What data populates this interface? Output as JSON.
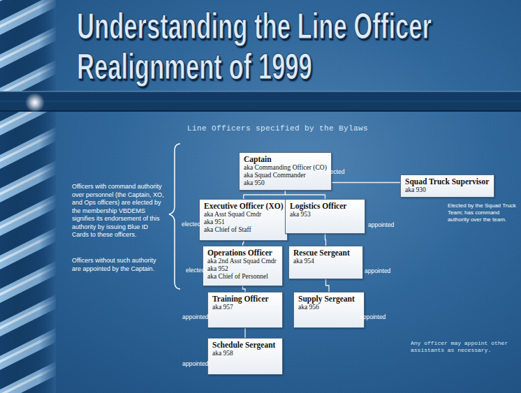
{
  "diagram": {
    "title": "Understanding the Line Officer Realignment of 1999",
    "nodes": [
      {
        "text": [
          "Captain",
          "aka Commanding Officer (CO)",
          "aka Squad Commander",
          "aka 950"
        ]
      },
      {
        "text": [
          "Squad Truck Supervisor",
          "aka 930"
        ]
      },
      {
        "text": [
          "Executive Officer (XO)",
          "aka Asst Squad Cmdr",
          "aka 951",
          "aka Chief of Staff"
        ]
      },
      {
        "text": [
          "Logistics Officer",
          "aka 953"
        ]
      },
      {
        "text": [
          "Operations Officer",
          "aka 2nd Asst Squad Cmdr",
          "aka 952",
          "aka Chief of Personnel"
        ]
      },
      {
        "text": [
          "Rescue Sergeant",
          "aka 954"
        ]
      },
      {
        "text": [
          "Training Officer",
          "aka 957"
        ]
      },
      {
        "text": [
          "Supply Sergeant",
          "aka 956"
        ]
      },
      {
        "text": [
          "Schedule Sergeant",
          "aka 958"
        ]
      }
    ],
    "edges": [
      {
        "from": 0,
        "to": 1,
        "arrow": "none"
      },
      {
        "from": 0,
        "to": 2,
        "arrow": "none"
      },
      {
        "from": 0,
        "to": 3,
        "arrow": "none"
      },
      {
        "from": 2,
        "to": 4,
        "arrow": "none"
      },
      {
        "from": 4,
        "to": 6,
        "arrow": "none"
      },
      {
        "from": 6,
        "to": 8,
        "arrow": "none"
      },
      {
        "from": 3,
        "to": 5,
        "arrow": "none"
      },
      {
        "from": 5,
        "to": 7,
        "arrow": "none"
      }
    ],
    "labels": [
      "Line Officers specified by the Bylaws",
      "Officers with command authority over personnel (the Captain, XO, and Ops officers) are elected by the membership VBDEMS signifies its endorsement of this authority by issuing Blue ID Cards to these officers.",
      "Officers without such authority are appointed by the Captain.",
      "elected",
      "elected",
      "appointed",
      "elected",
      "appointed",
      "appointed",
      "appointed",
      "appointed",
      "Elected by the Squad Truck Team; has command authority over the team.",
      "Any officer may appoint other assistants as necessary."
    ]
  }
}
